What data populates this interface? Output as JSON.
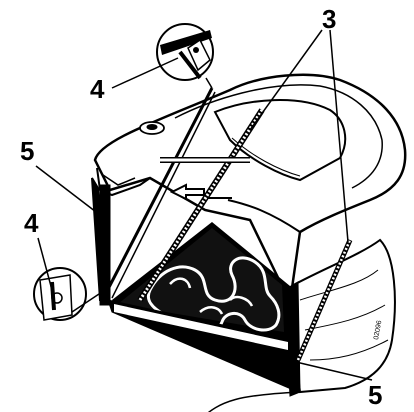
{
  "callouts": {
    "top_right": "3",
    "upper_left_pin": "4",
    "left_frame": "5",
    "lower_left_pin": "4",
    "bottom_frame": "5"
  },
  "figure_code": "02096",
  "colors": {
    "ink": "#000000",
    "paper": "#ffffff"
  }
}
